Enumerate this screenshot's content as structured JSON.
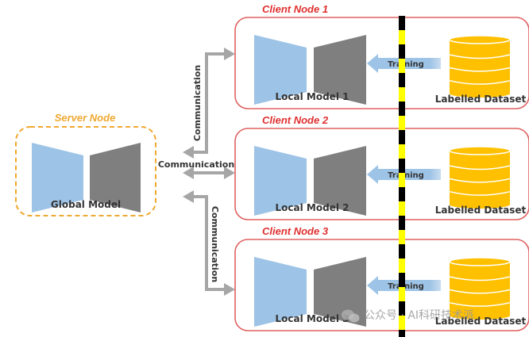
{
  "server": {
    "title": "Server Node",
    "model_label": "Global Model"
  },
  "communication": {
    "top": "Communication",
    "middle": "Communication",
    "bottom": "Communication"
  },
  "clients": [
    {
      "title": "Client Node 1",
      "model_label": "Local Model 1",
      "training_label": "Training",
      "dataset_label": "Labelled Dataset"
    },
    {
      "title": "Client Node 2",
      "model_label": "Local Model 2",
      "training_label": "Training",
      "dataset_label": "Labelled Dataset"
    },
    {
      "title": "Client Node 3",
      "model_label": "Local Model 3",
      "training_label": "Training",
      "dataset_label": "Labelled Dataset"
    }
  ],
  "watermark": "公众号 · AI科研技术派",
  "colors": {
    "server_accent": "#f0a830",
    "client_accent": "#e03030",
    "encoder": "#9dc3e6",
    "decoder": "#7f7f7f",
    "database": "#ffc000",
    "arrow": "#a6a6a6",
    "training_arrow": "#9dc3e6",
    "barrier_yellow": "#ffff00",
    "barrier_black": "#000000"
  }
}
